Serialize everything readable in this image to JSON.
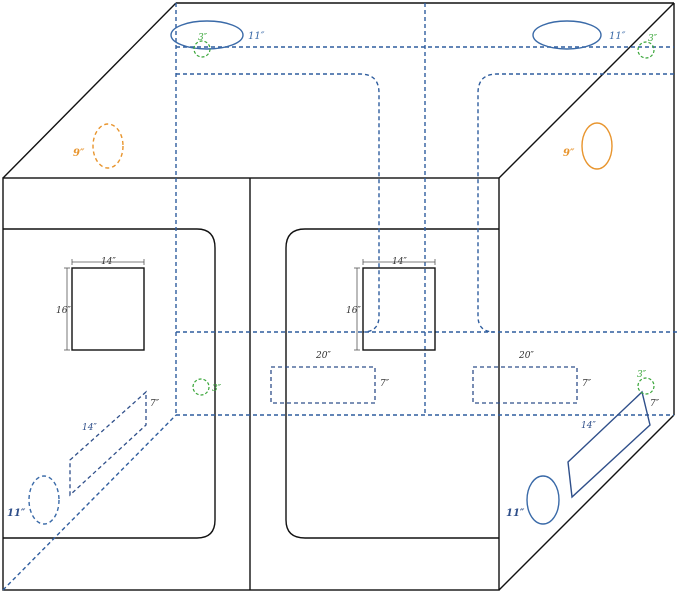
{
  "colors": {
    "outline": "#111111",
    "seam": "#2f5d9e",
    "duct_large": "#3a6aa8",
    "duct_medium": "#e8952e",
    "duct_small": "#3aa63a",
    "text_dark": "#333333"
  },
  "labels": {
    "top_left_large": "11″",
    "top_left_small": "3″",
    "top_right_large": "11″",
    "top_right_small": "3″",
    "left_side_medium": "9″",
    "right_side_medium": "9″",
    "left_window_width": "14″",
    "left_window_height": "16″",
    "center_window_width": "14″",
    "center_window_height": "16″",
    "back_small_port": "3″",
    "back_vent_left_width": "20″",
    "back_vent_left_height": "7″",
    "back_vent_right_width": "20″",
    "back_vent_right_height": "7″",
    "left_floor_vent_width": "14″",
    "left_floor_vent_height": "7″",
    "right_floor_vent_width": "14″",
    "right_floor_vent_height": "7″",
    "right_small_port": "3″",
    "left_bottom_large": "11″",
    "right_bottom_large": "11″"
  }
}
